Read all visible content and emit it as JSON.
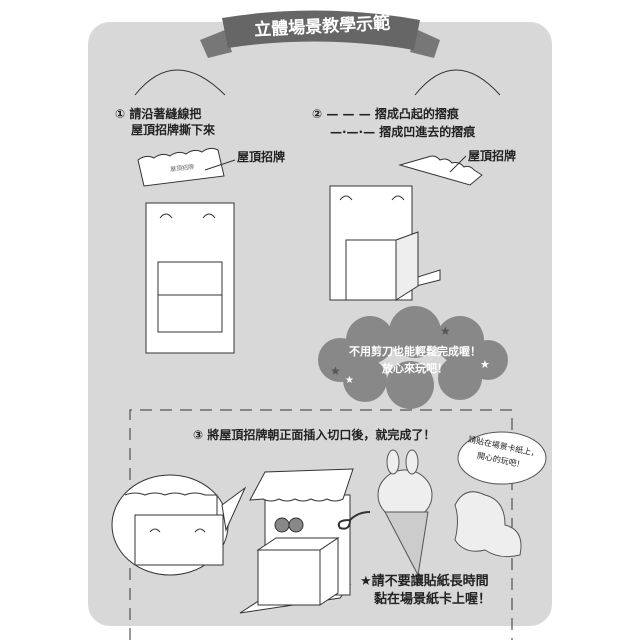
{
  "header": {
    "title": "立體場景教學示範"
  },
  "step1": {
    "line1": "① 請沿著縫線把",
    "line2": "屋頂招牌撕下來",
    "sign_label": "屋頂招牌",
    "sign_print": "屋頂招牌"
  },
  "step2": {
    "legend_mountain": "② — — — 摺成凸起的摺痕",
    "legend_valley": "—·—·— 摺成凹進去的摺痕",
    "sign_label": "屋頂招牌"
  },
  "cloud": {
    "line1": "不用剪刀也能輕鬆完成喔！",
    "line2": "放心來玩吧！"
  },
  "step3": {
    "text": "③ 將屋頂招牌朝正面插入切口後，就完成了！"
  },
  "sticker_bubble": {
    "line1": "請貼在場景卡紙上，",
    "line2": "開心的玩吧！"
  },
  "warning": {
    "line1": "★請不要讓貼紙長時間",
    "line2": "黏在場景紙卡上喔！"
  }
}
